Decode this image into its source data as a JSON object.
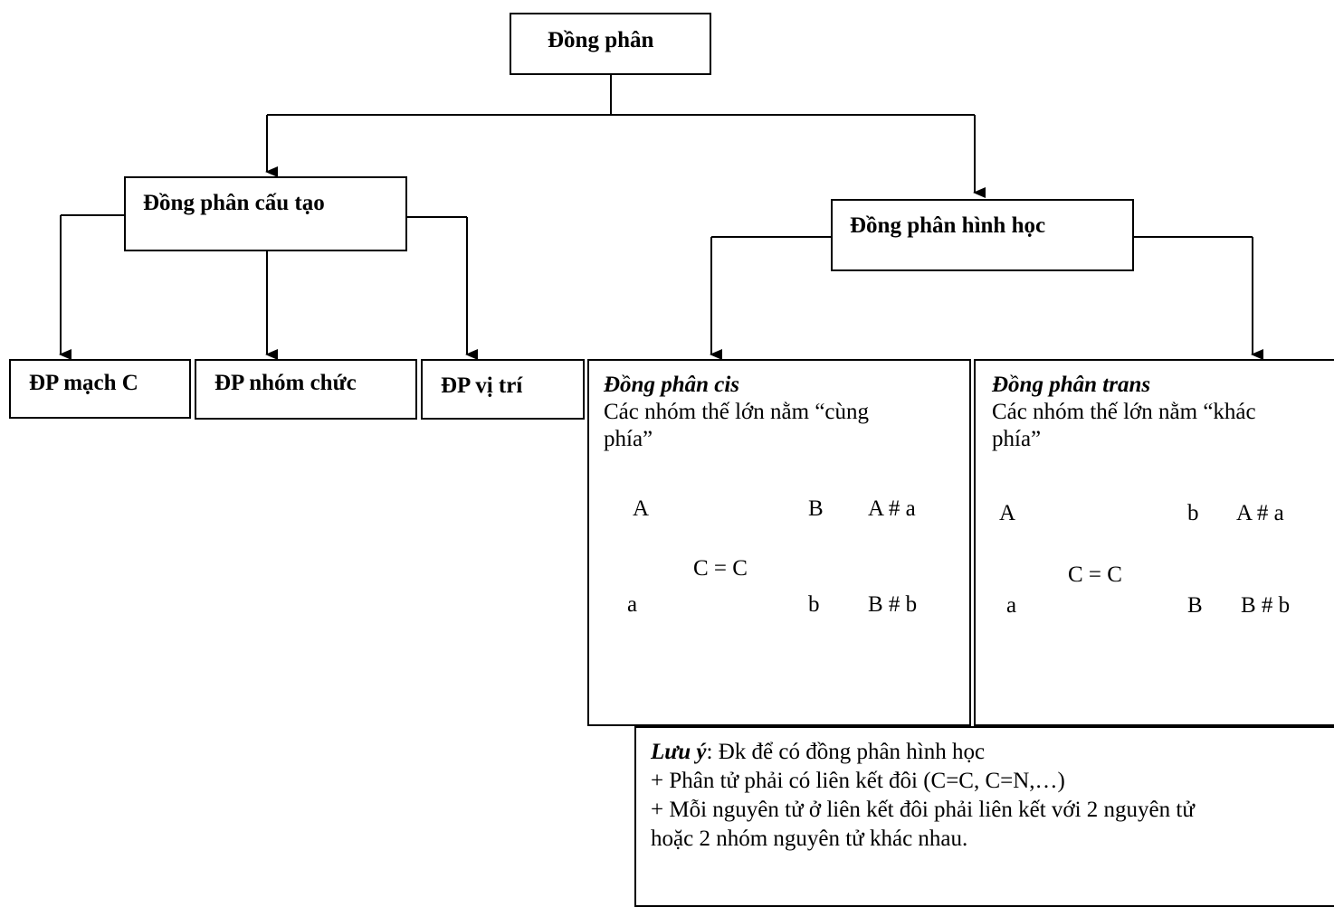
{
  "root": {
    "label": "Đồng phân"
  },
  "structural": {
    "label": "Đồng phân cấu tạo",
    "children": [
      "ĐP mạch C",
      "ĐP nhóm chức",
      "ĐP vị trí"
    ]
  },
  "geometric": {
    "label": "Đồng phân hình học"
  },
  "cis": {
    "title": "Đồng phân cis",
    "desc_line1": "Các nhóm thế lớn nằm “cùng",
    "desc_line2": "phía”",
    "A": "A",
    "B": "B",
    "a": "a",
    "b": "b",
    "center": "C = C",
    "cond1": "A # a",
    "cond2": "B # b"
  },
  "trans": {
    "title": "Đồng phân trans",
    "desc_line1": "Các nhóm thế lớn nằm “khác",
    "desc_line2": "phía”",
    "A": "A",
    "b": "b",
    "a": "a",
    "B": "B",
    "center": "C = C",
    "cond1": "A # a",
    "cond2": "B # b"
  },
  "note": {
    "title": "Lưu ý",
    "intro": ": Đk để có đồng phân hình học",
    "line1": "+ Phân tử phải có liên kết đôi (C=C, C=N,…)",
    "line2": "+ Mỗi nguyên tử ở liên kết đôi phải liên kết với 2 nguyên tử",
    "line3": "hoặc 2 nhóm nguyên tử khác nhau."
  }
}
